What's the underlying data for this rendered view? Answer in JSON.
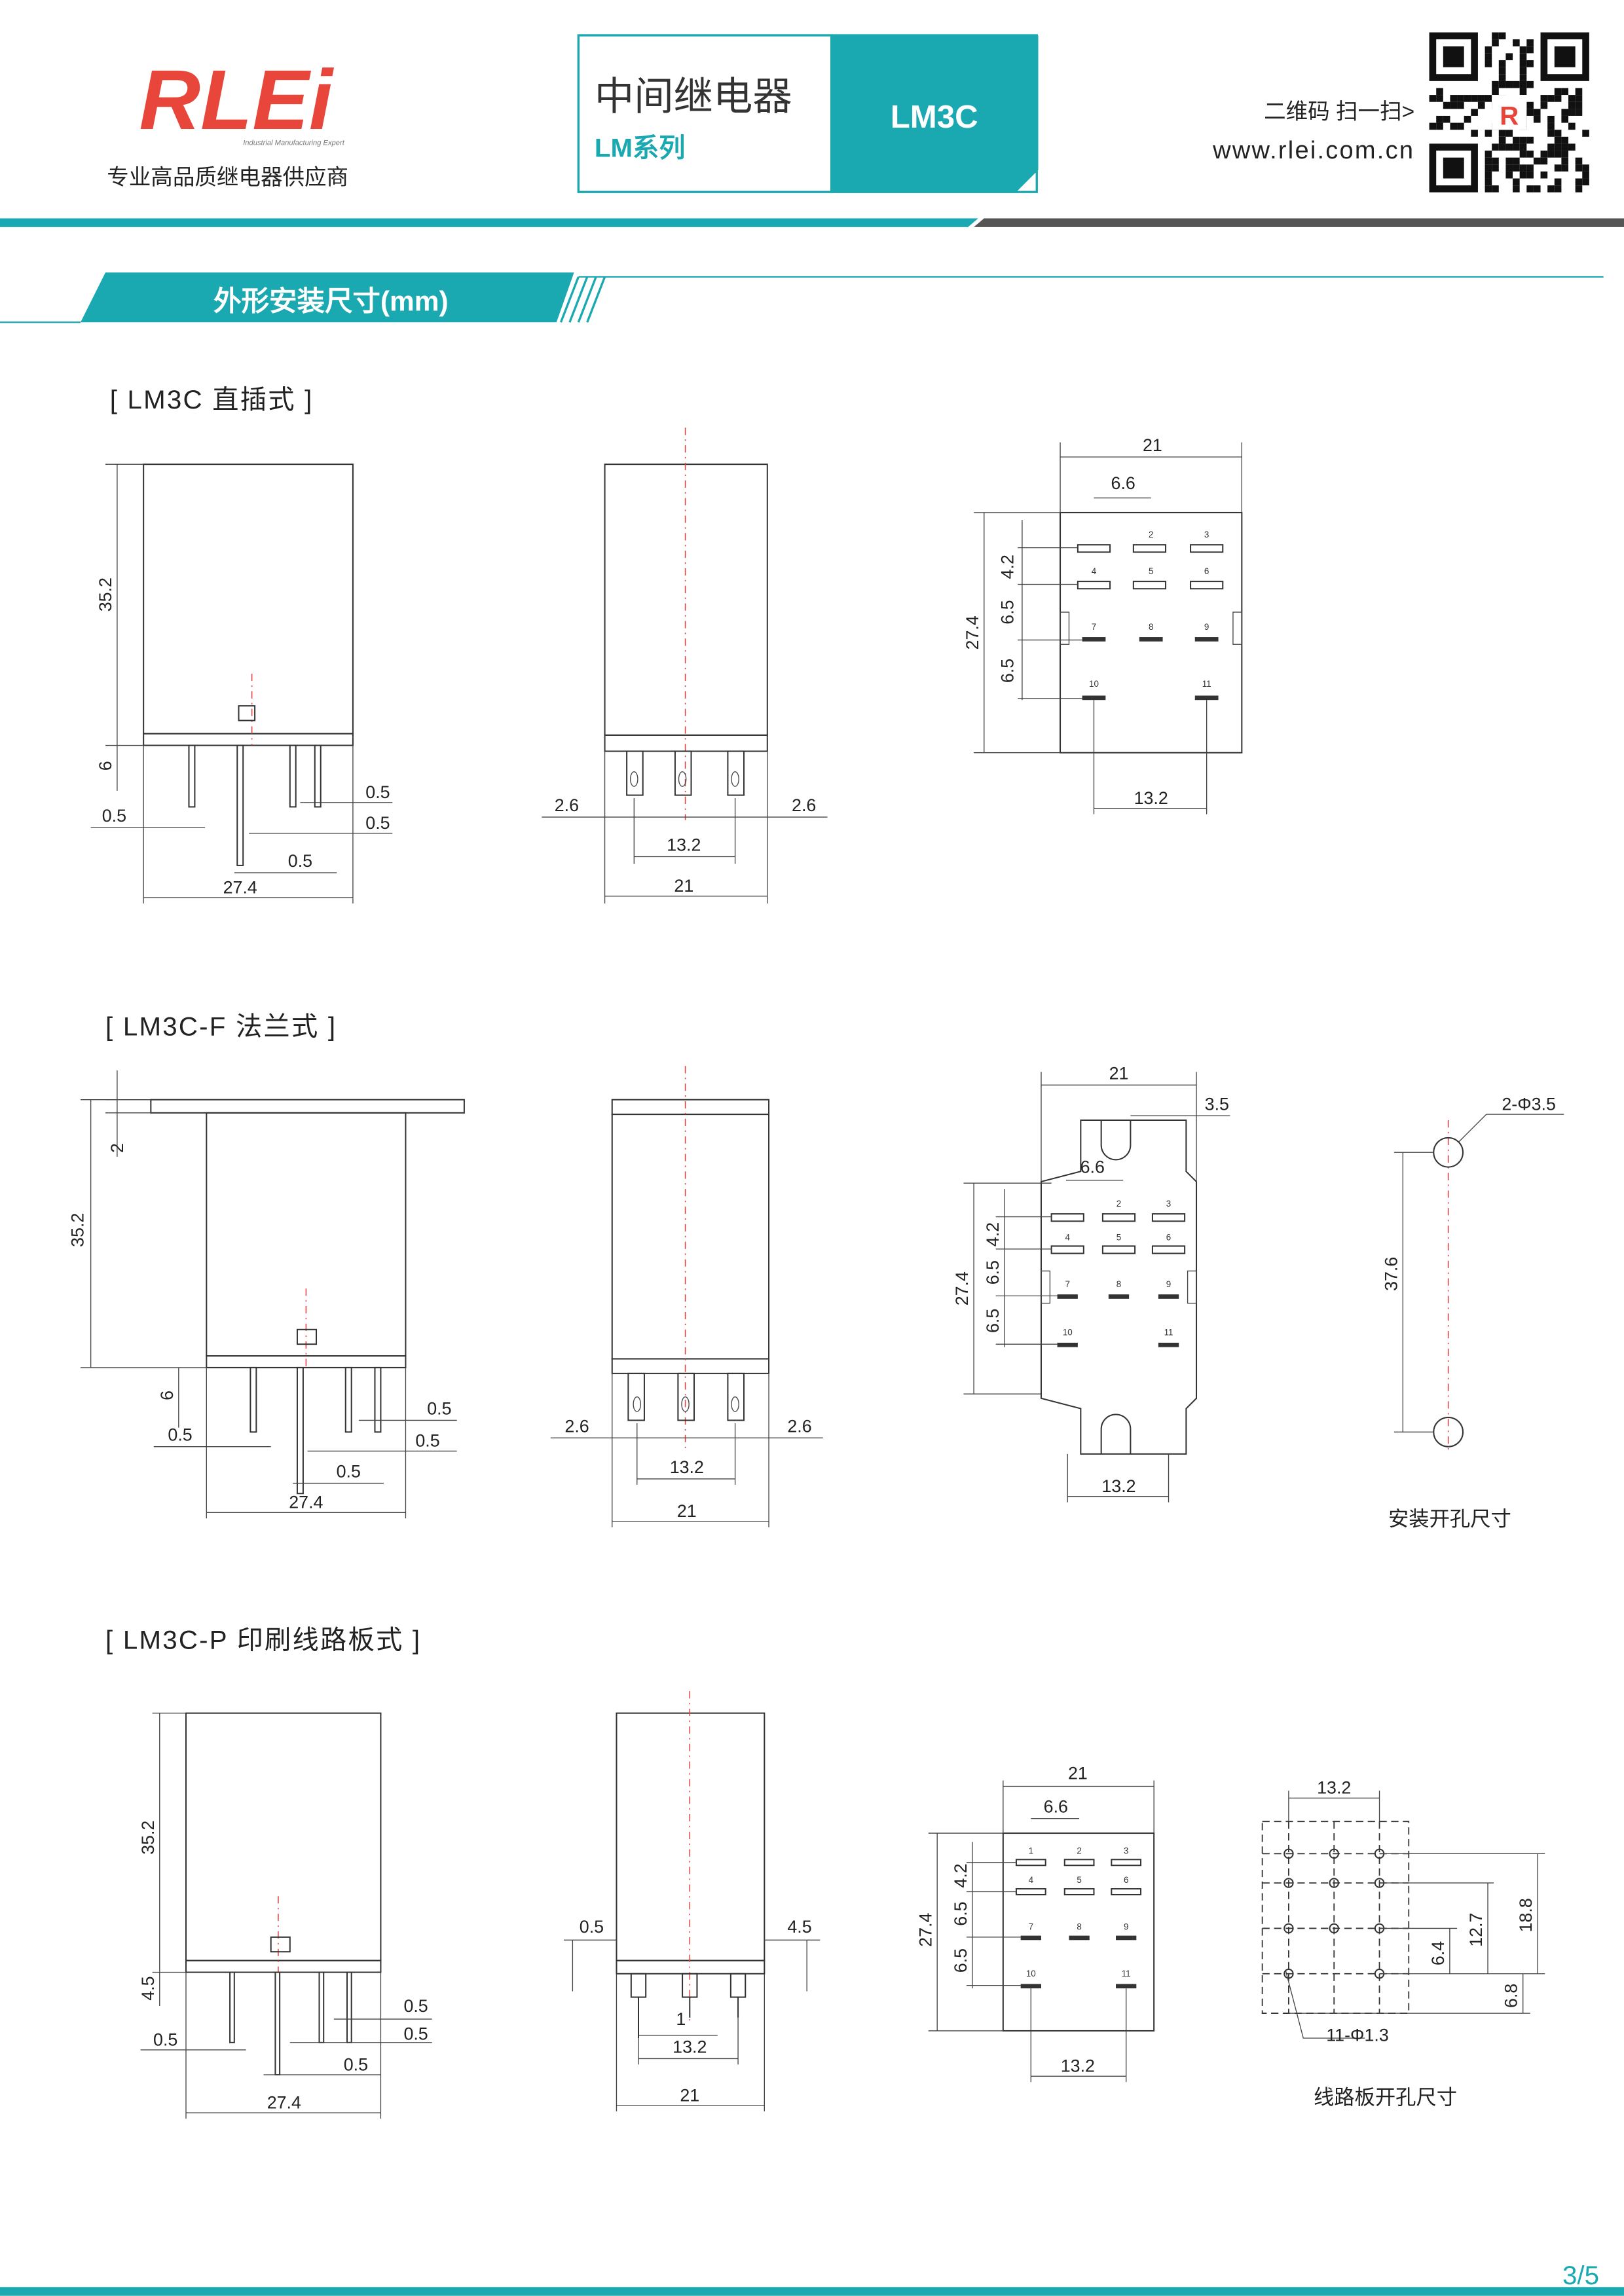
{
  "header": {
    "logo_text": "RLEi",
    "logo_tagline": "Industrial Manufacturing Expert",
    "company_slogan": "专业高品质继电器供应商",
    "product_title": "中间继电器",
    "product_series": "LM系列",
    "model": "LM3C",
    "qr_caption": "二维码 扫一扫>",
    "website": "www.rlei.com.cn"
  },
  "section_title": "外形安装尺寸(mm)",
  "colors": {
    "accent": "#1aa9b0",
    "dark_bar": "#555555",
    "logo_red": "#e8463a",
    "centerline": "#dd4444"
  },
  "variants": [
    {
      "title": "[ LM3C 直插式 ]"
    },
    {
      "title": "[ LM3C-F 法兰式 ]",
      "caption": "安装开孔尺寸"
    },
    {
      "title": "[ LM3C-P 印刷线路板式 ]",
      "caption": "线路板开孔尺寸"
    }
  ],
  "dims": {
    "d21": "21",
    "d66": "6.6",
    "d42": "4.2",
    "d65": "6.5",
    "d274": "27.4",
    "d132": "13.2",
    "d352": "35.2",
    "d6": "6",
    "d05": "0.5",
    "d26": "2.6",
    "d2": "2",
    "d35": "3.5",
    "d2phi35": "2-Φ3.5",
    "d376": "37.6",
    "d45": "4.5",
    "d1": "1",
    "d127": "12.7",
    "d188": "18.8",
    "d64": "6.4",
    "d68": "6.8",
    "d11phi13": "11-Φ1.3"
  },
  "pin_numbers": [
    "1",
    "2",
    "3",
    "4",
    "5",
    "6",
    "7",
    "8",
    "9",
    "10",
    "11"
  ],
  "page_number": "3/5"
}
